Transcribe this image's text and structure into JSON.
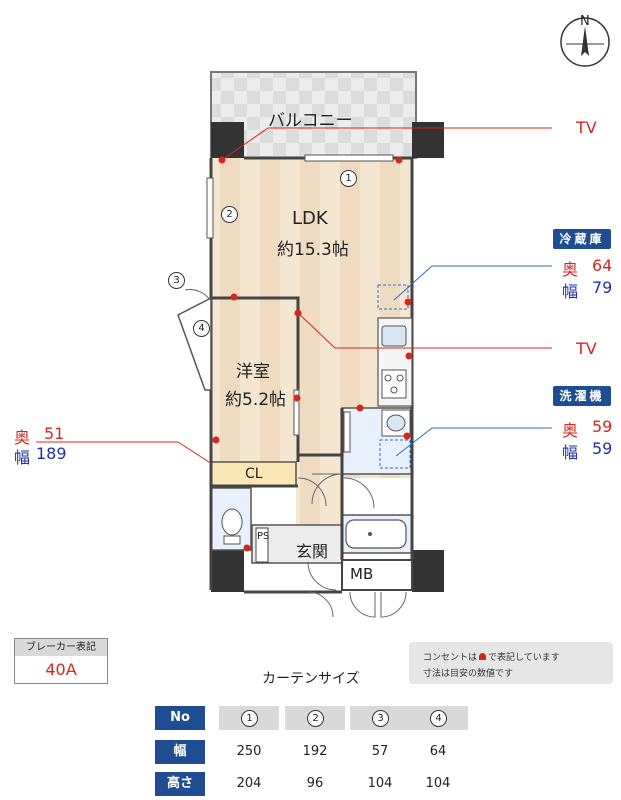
{
  "compass": {
    "letter": "N"
  },
  "rooms": {
    "balcony": "バルコニー",
    "ldk_name": "LDK",
    "ldk_size": "約15.3帖",
    "western_name": "洋室",
    "western_size": "約5.2帖",
    "closet": "CL",
    "entrance": "玄関",
    "ps": "PS",
    "mb": "MB"
  },
  "markers": {
    "m1": "1",
    "m2": "2",
    "m3": "3",
    "m4": "4"
  },
  "annotations": {
    "tv_top": "TV",
    "tv_mid": "TV",
    "fridge": {
      "title": "冷蔵庫",
      "depth_label": "奥",
      "depth": "64",
      "width_label": "幅",
      "width": "79"
    },
    "washer": {
      "title": "洗濯機",
      "depth_label": "奥",
      "depth": "59",
      "width_label": "幅",
      "width": "59"
    },
    "closet_dim": {
      "depth_label": "奥",
      "depth": "51",
      "width_label": "幅",
      "width": "189"
    }
  },
  "breaker": {
    "title": "ブレーカー表記",
    "value": "40A"
  },
  "notes": {
    "line1": "コンセントは",
    "line1b": "で表記しています",
    "line2": "寸法は目安の数値です"
  },
  "curtain": {
    "title": "カーテンサイズ",
    "row_labels": [
      "No",
      "幅",
      "高さ"
    ],
    "columns": [
      {
        "no": "1",
        "width": "250",
        "height": "204"
      },
      {
        "no": "2",
        "width": "192",
        "height": "96"
      },
      {
        "no": "3",
        "width": "57",
        "height": "104"
      },
      {
        "no": "4",
        "width": "64",
        "height": "104"
      }
    ]
  },
  "colors": {
    "accent": "#1f4d91",
    "outlet": "#d7261e",
    "floor": "#f3e3cc"
  }
}
